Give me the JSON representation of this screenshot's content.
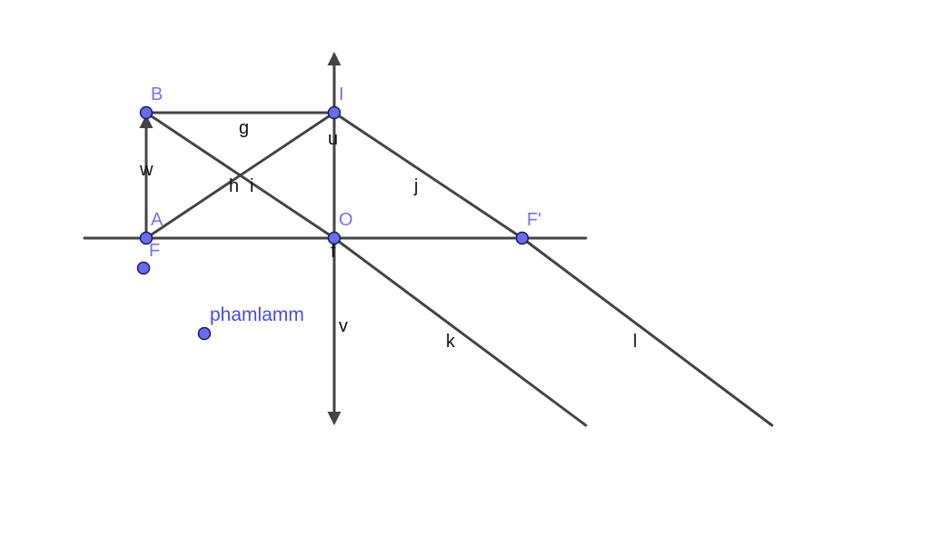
{
  "points": {
    "B": "B",
    "I": "I",
    "A": "A",
    "O": "O",
    "F": "F",
    "F_prime": "F'"
  },
  "segments": {
    "g": "g",
    "u": "u",
    "w": "w",
    "h": "h",
    "i": "i",
    "j": "j",
    "f": "f",
    "v": "v",
    "k": "k",
    "l": "l"
  },
  "free_text": "phamlamm",
  "colors": {
    "line": "#444444",
    "point_fill": "#6b6bf0",
    "point_label": "#7373e6",
    "text_label": "#4a4ae0"
  }
}
